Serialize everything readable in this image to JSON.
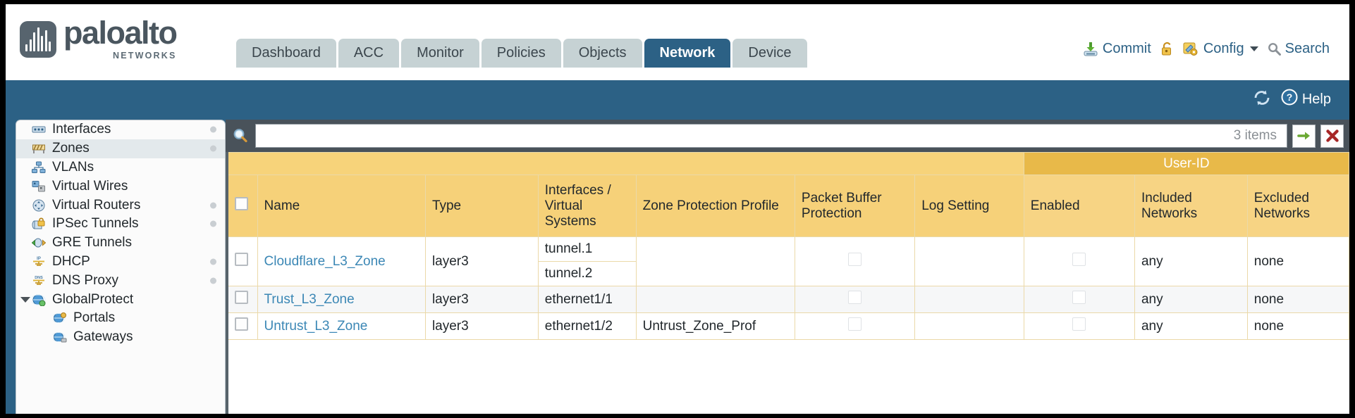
{
  "brand": {
    "name": "paloalto",
    "tagline": "NETWORKS",
    "registered": "®"
  },
  "nav": {
    "tabs": [
      {
        "label": "Dashboard",
        "active": false
      },
      {
        "label": "ACC",
        "active": false
      },
      {
        "label": "Monitor",
        "active": false
      },
      {
        "label": "Policies",
        "active": false
      },
      {
        "label": "Objects",
        "active": false
      },
      {
        "label": "Network",
        "active": true
      },
      {
        "label": "Device",
        "active": false
      }
    ]
  },
  "header_actions": {
    "commit": "Commit",
    "lock_icon": "lock-icon",
    "config": "Config",
    "search": "Search"
  },
  "blue_bar": {
    "refresh_icon": "refresh-icon",
    "help": "Help"
  },
  "sidebar": {
    "items": [
      {
        "label": "Interfaces",
        "icon": "interfaces-icon",
        "selected": false,
        "dot": true,
        "child": false,
        "twisty": false
      },
      {
        "label": "Zones",
        "icon": "zones-icon",
        "selected": true,
        "dot": true,
        "child": false,
        "twisty": false
      },
      {
        "label": "VLANs",
        "icon": "vlans-icon",
        "selected": false,
        "dot": false,
        "child": false,
        "twisty": false
      },
      {
        "label": "Virtual Wires",
        "icon": "virtual-wires-icon",
        "selected": false,
        "dot": false,
        "child": false,
        "twisty": false
      },
      {
        "label": "Virtual Routers",
        "icon": "virtual-routers-icon",
        "selected": false,
        "dot": true,
        "child": false,
        "twisty": false
      },
      {
        "label": "IPSec Tunnels",
        "icon": "ipsec-tunnels-icon",
        "selected": false,
        "dot": true,
        "child": false,
        "twisty": false
      },
      {
        "label": "GRE Tunnels",
        "icon": "gre-tunnels-icon",
        "selected": false,
        "dot": false,
        "child": false,
        "twisty": false
      },
      {
        "label": "DHCP",
        "icon": "dhcp-icon",
        "selected": false,
        "dot": true,
        "child": false,
        "twisty": false
      },
      {
        "label": "DNS Proxy",
        "icon": "dns-proxy-icon",
        "selected": false,
        "dot": true,
        "child": false,
        "twisty": false
      },
      {
        "label": "GlobalProtect",
        "icon": "globalprotect-icon",
        "selected": false,
        "dot": false,
        "child": false,
        "twisty": true
      },
      {
        "label": "Portals",
        "icon": "portals-icon",
        "selected": false,
        "dot": false,
        "child": true,
        "twisty": false
      },
      {
        "label": "Gateways",
        "icon": "gateways-icon",
        "selected": false,
        "dot": false,
        "child": true,
        "twisty": false
      }
    ]
  },
  "search": {
    "value": "",
    "placeholder": "",
    "items_count": "3 items",
    "apply_icon": "green-arrow-icon",
    "clear_icon": "red-x-icon"
  },
  "table": {
    "group_header": {
      "label": "User-ID",
      "span": 3
    },
    "columns": [
      "Name",
      "Type",
      "Interfaces / Virtual Systems",
      "Zone Protection Profile",
      "Packet Buffer Protection",
      "Log Setting",
      "Enabled",
      "Included Networks",
      "Excluded Networks"
    ],
    "rows": [
      {
        "selected": false,
        "name": "Cloudflare_L3_Zone",
        "type": "layer3",
        "interfaces": [
          "tunnel.1",
          "tunnel.2"
        ],
        "zone_protection_profile": "",
        "packet_buffer_protection": false,
        "log_setting": "",
        "user_id_enabled": false,
        "included_networks": "any",
        "excluded_networks": "none"
      },
      {
        "selected": false,
        "name": "Trust_L3_Zone",
        "type": "layer3",
        "interfaces": [
          "ethernet1/1"
        ],
        "zone_protection_profile": "",
        "packet_buffer_protection": false,
        "log_setting": "",
        "user_id_enabled": false,
        "included_networks": "any",
        "excluded_networks": "none"
      },
      {
        "selected": false,
        "name": "Untrust_L3_Zone",
        "type": "layer3",
        "interfaces": [
          "ethernet1/2"
        ],
        "zone_protection_profile": "Untrust_Zone_Prof",
        "packet_buffer_protection": false,
        "log_setting": "",
        "user_id_enabled": false,
        "included_networks": "any",
        "excluded_networks": "none"
      }
    ]
  },
  "colors": {
    "brand_blue": "#2c6185",
    "header_yellow": "#f6d179",
    "group_gold": "#e8b949",
    "link_blue": "#3b87b5",
    "tab_inactive": "#c6d2d4"
  }
}
